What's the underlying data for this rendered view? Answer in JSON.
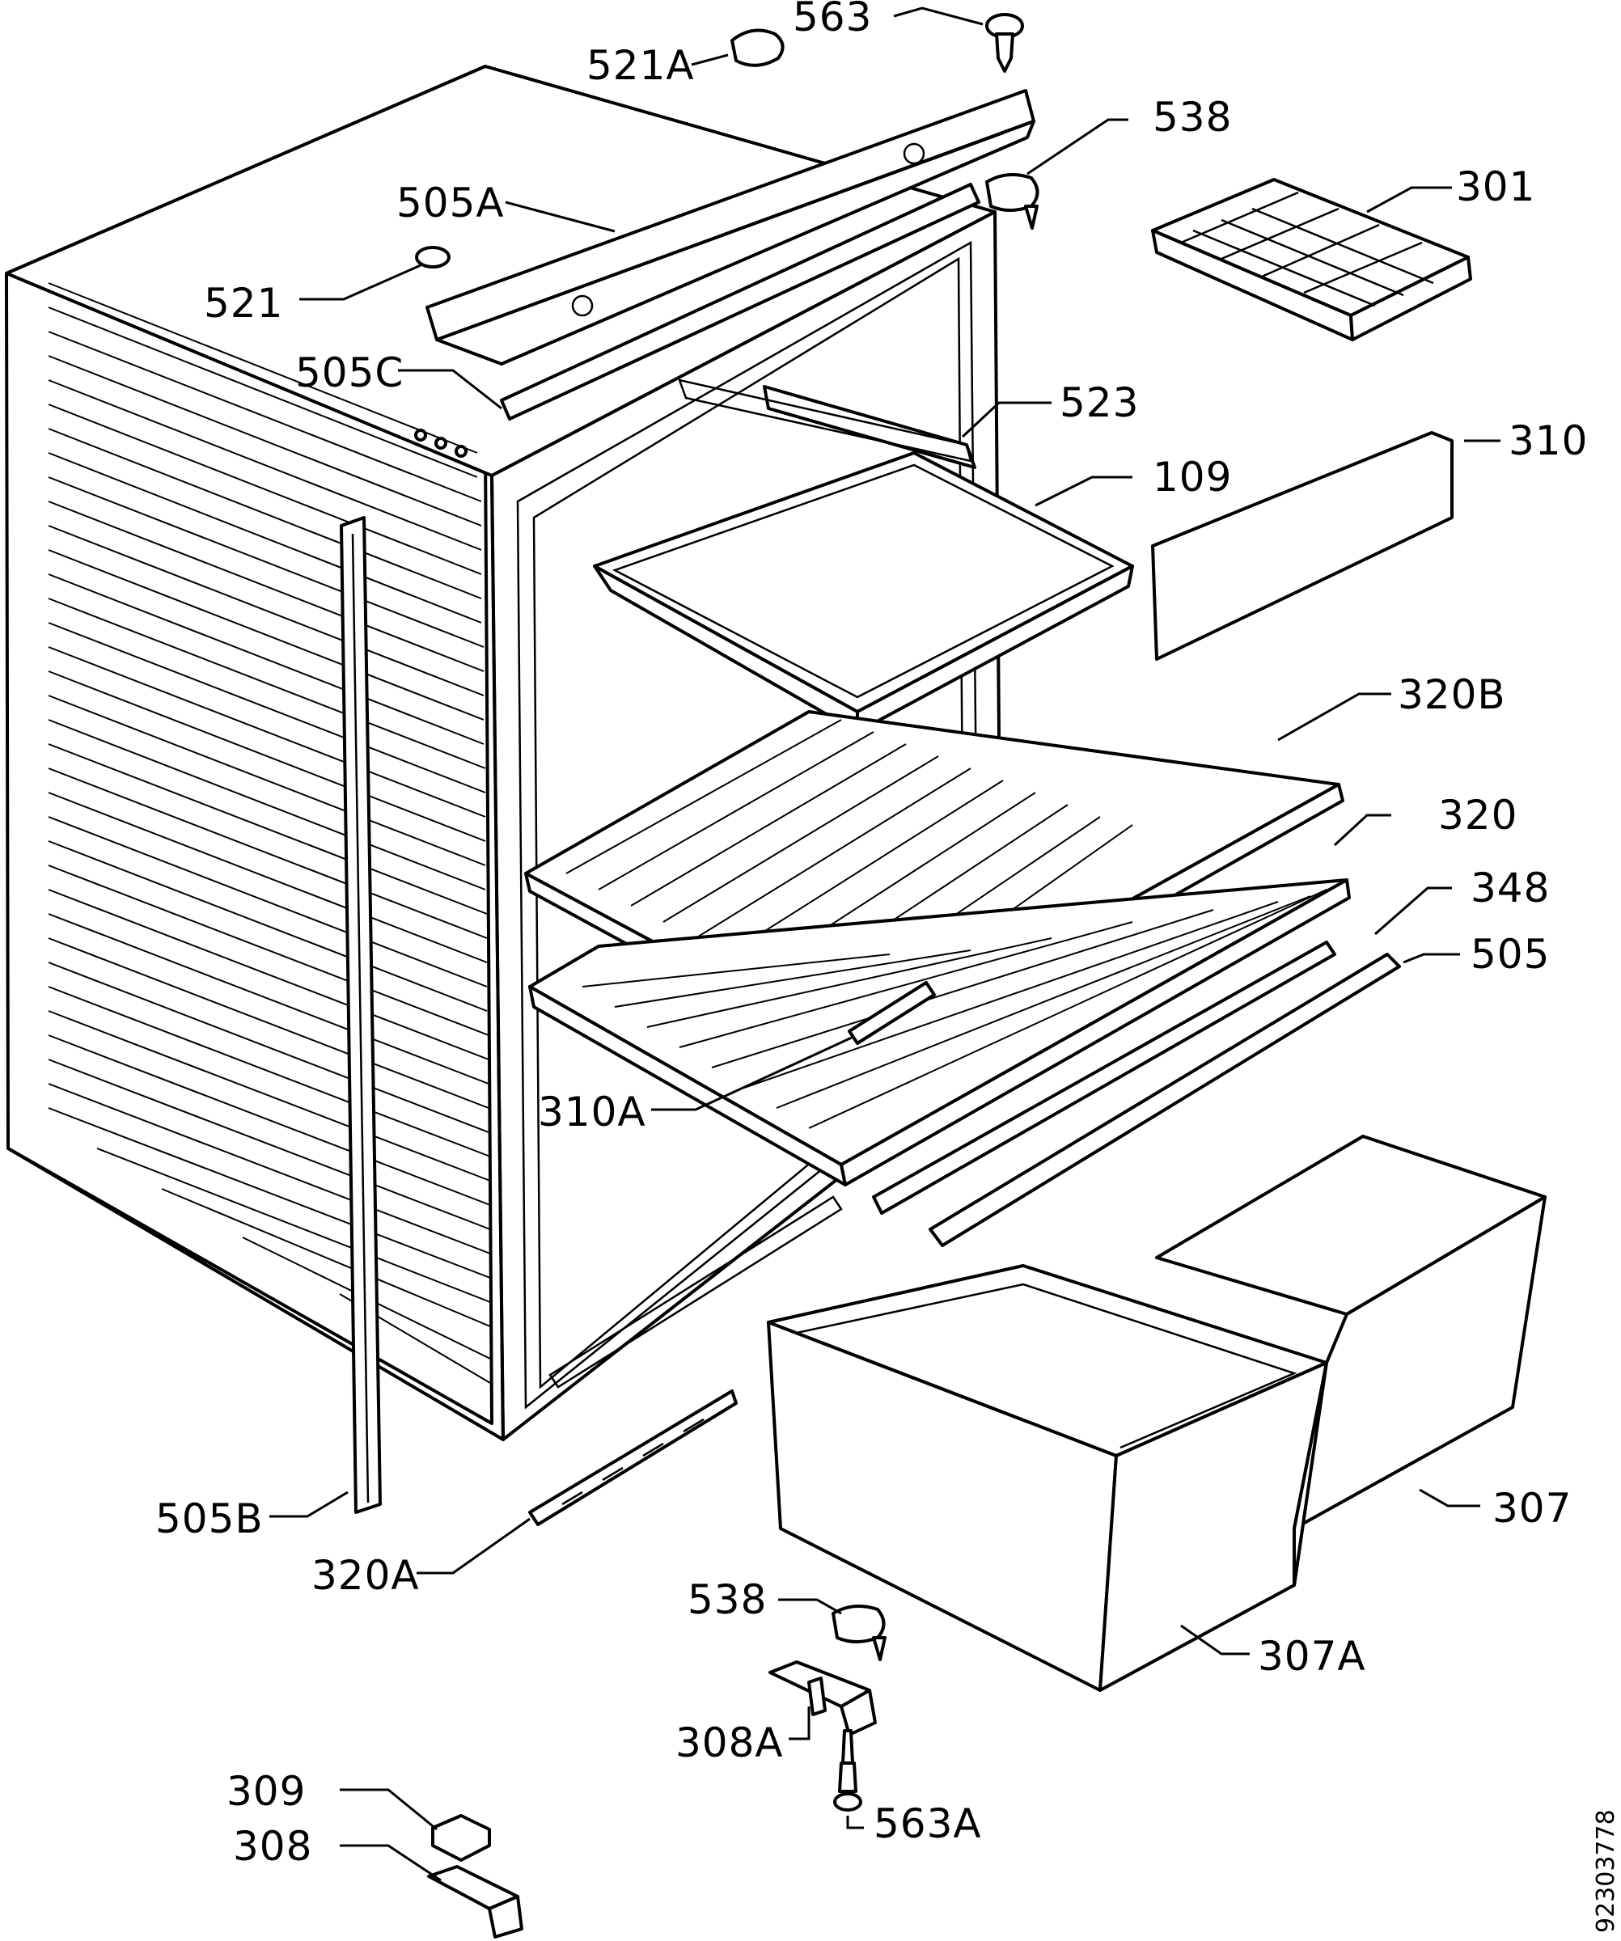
{
  "labels": {
    "l563": "563",
    "l521A": "521A",
    "l538_top": "538",
    "l301": "301",
    "l505A": "505A",
    "l521": "521",
    "l505C": "505C",
    "l523": "523",
    "l310": "310",
    "l109": "109",
    "l320B": "320B",
    "l320": "320",
    "l348": "348",
    "l505": "505",
    "l310A": "310A",
    "l505B": "505B",
    "l320A": "320A",
    "l307": "307",
    "l538_bottom": "538",
    "l307A": "307A",
    "l308A": "308A",
    "l563A": "563A",
    "l309": "309",
    "l308": "308"
  },
  "document_number": "92303778"
}
